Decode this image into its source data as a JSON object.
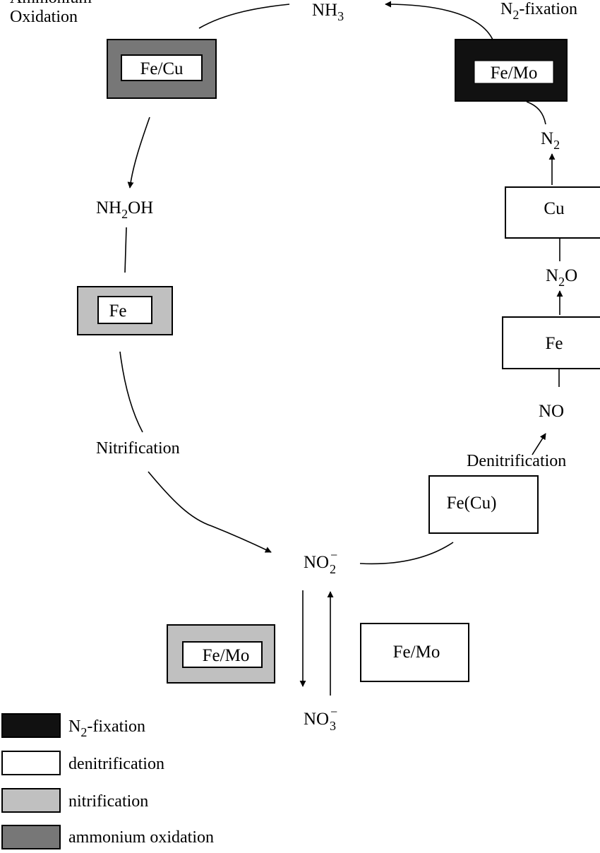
{
  "colors": {
    "n2_fixation": "#111111",
    "denitrification": "#ffffff",
    "nitrification": "#c0c0c0",
    "ammonium_oxidation": "#777777",
    "line": "#000000"
  },
  "processes": {
    "ammonium_oxidation_line1": "Ammonium",
    "ammonium_oxidation_line2": "Oxidation",
    "n2_fixation_prefix": "N",
    "n2_fixation_sub": "2",
    "n2_fixation_suffix": "-fixation",
    "nitrification": "Nitrification",
    "denitrification": "Denitrification"
  },
  "species": {
    "nh3_main": "NH",
    "nh3_sub": "3",
    "n2_main": "N",
    "n2_sub": "2",
    "nh2oh_a": "NH",
    "nh2oh_sub": "2",
    "nh2oh_b": "OH",
    "n2o_a": "N",
    "n2o_sub": "2",
    "n2o_b": "O",
    "no": "NO",
    "no2_main": "NO",
    "no2_sub": "2",
    "no2_sup": "−",
    "no3_main": "NO",
    "no3_sub": "3",
    "no3_sup": "−"
  },
  "enzymes": {
    "amo": "Fe/Cu",
    "nitrogenase": "Fe/Mo",
    "hao": "Fe",
    "n2or": "Cu",
    "nor": "Fe",
    "nir": "Fe(Cu)",
    "nxr": "Fe/Mo",
    "nar": "Fe/Mo"
  },
  "legend": {
    "n2_fixation_prefix": "N",
    "n2_fixation_sub": "2",
    "n2_fixation_suffix": "-fixation",
    "denitrification": "denitrification",
    "nitrification": "nitrification",
    "ammonium_oxidation": "ammonium oxidation"
  }
}
